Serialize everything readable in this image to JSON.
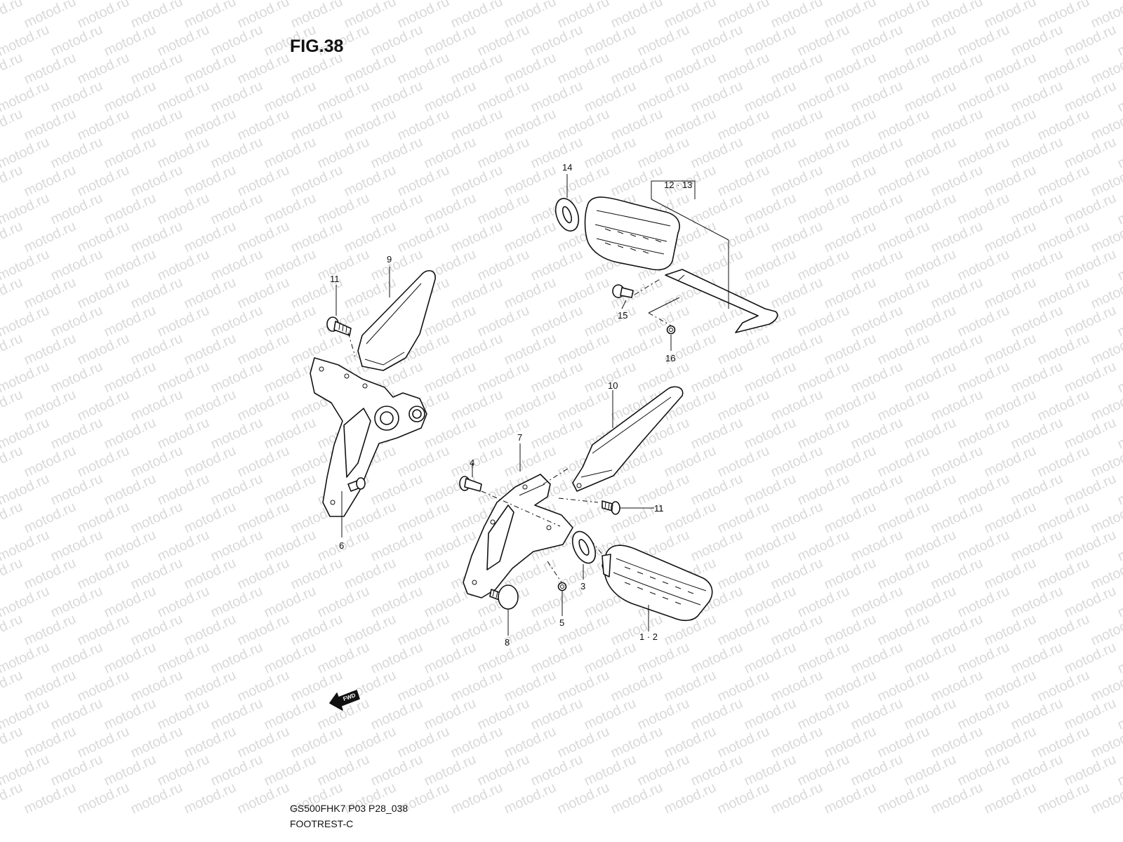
{
  "figure": {
    "title": "FIG.38",
    "model_code": "GS500FHK7 P03 P28_038",
    "section_name": "FOOTREST-C"
  },
  "watermark": {
    "text": "motod.ru",
    "color": "#d9d9d9"
  },
  "forward_arrow": {
    "label": "FWD"
  },
  "callouts": {
    "c1_2": "1 · 2",
    "c3": "3",
    "c4": "4",
    "c5": "5",
    "c6": "6",
    "c7": "7",
    "c8": "8",
    "c9": "9",
    "c10": "10",
    "c11_left": "11",
    "c11_right": "11",
    "c12_13": "12 · 13",
    "c14": "14",
    "c15": "15",
    "c16": "16"
  },
  "colors": {
    "line": "#111111",
    "background": "#ffffff"
  }
}
